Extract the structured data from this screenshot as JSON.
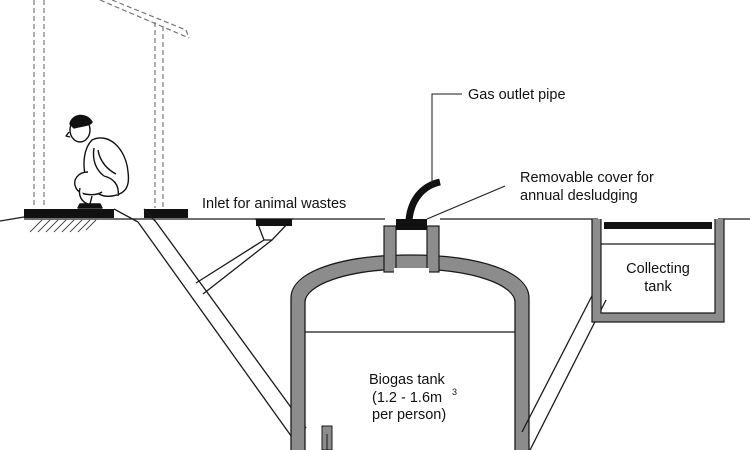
{
  "labels": {
    "gas_outlet_pipe": "Gas outlet pipe",
    "removable_cover_line1": "Removable cover for",
    "removable_cover_line2": "annual desludging",
    "inlet_animal_wastes": "Inlet for animal wastes",
    "collecting_tank_line1": "Collecting",
    "collecting_tank_line2": "tank",
    "biogas_tank_line1": "Biogas tank",
    "biogas_tank_line2": "(1.2 - 1.6m",
    "biogas_tank_sup": "3",
    "biogas_tank_line3": "per person)"
  },
  "colors": {
    "wall_gray": "#8c8c8c",
    "line": "#1a1a1a",
    "cap_black": "#111111"
  }
}
